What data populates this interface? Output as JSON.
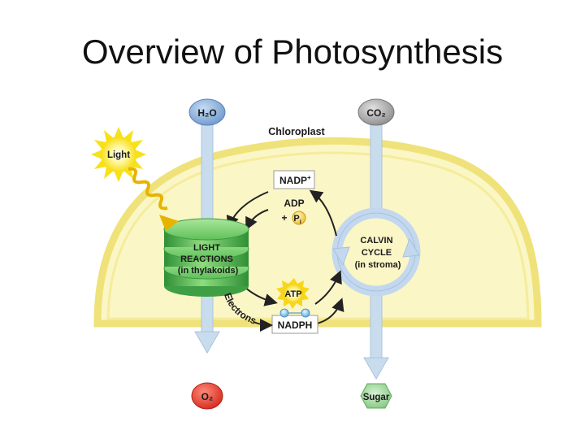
{
  "slide": {
    "title": "Overview of Photosynthesis"
  },
  "diagram": {
    "chloroplast_label": "Chloroplast",
    "light_label": "Light",
    "h2o_label": "H₂O",
    "co2_label": "CO₂",
    "o2_label": "O₂",
    "sugar_label": "Sugar",
    "light_reactions": [
      "LIGHT",
      "REACTIONS",
      "(in thylakoids)"
    ],
    "calvin_cycle": [
      "CALVIN",
      "CYCLE",
      "(in stroma)"
    ],
    "nadp_label": "NADP",
    "nadp_sup": "+",
    "adp_label": "ADP",
    "plus_sign": "+",
    "pi_label": "P",
    "pi_sub": "i",
    "atp_label": "ATP",
    "nadph_label": "NADPH",
    "electrons_label": "Electrons"
  },
  "colors": {
    "stroma_fill": "#fbf6c6",
    "envelope": "#efe27a",
    "thylakoid": "#49b04a",
    "flow_arrow": "#c9dcee",
    "h2o_oval": "#7fa7d6",
    "co2_oval": "#9a9a9a",
    "o2_oval": "#e03a2a",
    "sugar_hex": "#8fcf8d",
    "light_burst": "#f8e21c"
  }
}
